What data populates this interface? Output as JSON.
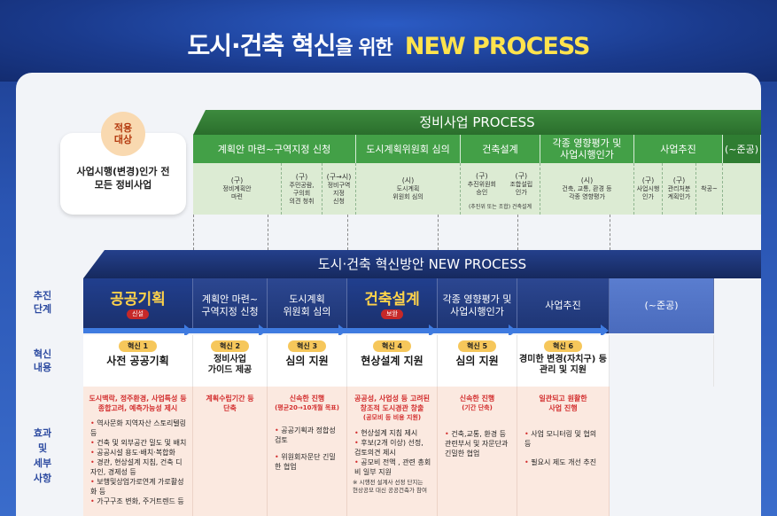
{
  "header": {
    "title_a": "도시·건축 혁신",
    "title_b": "을 위한",
    "title_c": "NEW PROCESS"
  },
  "apply": {
    "label1": "적용",
    "label2": "대상",
    "line1": "사업시행(변경)인가 전",
    "line2": "모든 정비사업"
  },
  "top": {
    "banner": "정비사업 PROCESS",
    "stages": [
      "계획안 마련~구역지정 신청",
      "도시계획위원회 심의",
      "건축설계",
      "각종 영향평가 및",
      "사업시행인가",
      "사업추진",
      "(~준공)"
    ],
    "details": [
      {
        "l1": "(구)",
        "l2": "정비계획안",
        "l3": "마련"
      },
      {
        "l1": "(구)",
        "l2": "주민공람,",
        "l3": "구의회",
        "l4": "의견 청취"
      },
      {
        "l1": "(구→시)",
        "l2": "정비구역",
        "l3": "지정",
        "l4": "신청"
      },
      {
        "l1": "(시)",
        "l2": "도시계획",
        "l3": "위원회 심의"
      },
      {
        "l1": "(구)",
        "l2": "추진위원회",
        "l3": "승인"
      },
      {
        "l1": "(구)",
        "l2": "조합설립",
        "l3": "인가"
      },
      {
        "l1": "(추진위 또는 조합) 건축설계"
      },
      {
        "l1": "(시)",
        "l2": "건축, 교통, 환경 등",
        "l3": "각종 영향평가"
      },
      {
        "l1": "(구)",
        "l2": "사업시행",
        "l3": "인가"
      },
      {
        "l1": "(구)",
        "l2": "관리처분",
        "l3": "계획인가"
      },
      {
        "l1": "착공~"
      }
    ]
  },
  "bottom": {
    "banner": "도시·건축 혁신방안 NEW PROCESS",
    "rows": {
      "stage": [
        "추진",
        "단계"
      ],
      "innov": [
        "혁신",
        "내용"
      ],
      "effect": [
        "효과",
        "및",
        "세부",
        "사항"
      ]
    },
    "stages": [
      {
        "big": "공공기획",
        "badge": "신설"
      },
      {
        "l1": "계획안 마련~",
        "l2": "구역지정 신청"
      },
      {
        "l1": "도시계획",
        "l2": "위원회 심의"
      },
      {
        "big": "건축설계",
        "badge": "보완"
      },
      {
        "l1": "각종 영향평가 및",
        "l2": "사업시행인가"
      },
      {
        "l1": "사업추진"
      },
      {
        "l1": "(~준공)"
      }
    ],
    "innovations": [
      {
        "tag": "혁신 1",
        "title": "사전 공공기획"
      },
      {
        "tag": "혁신 2",
        "t1": "정비사업",
        "t2": "가이드 제공"
      },
      {
        "tag": "혁신 3",
        "title": "심의 지원"
      },
      {
        "tag": "혁신 4",
        "title": "현상설계 지원"
      },
      {
        "tag": "혁신 5",
        "title": "심의 지원"
      },
      {
        "tag": "혁신 6",
        "t1": "경미한 변경(자치구) 등",
        "t2": "관리 및 지원"
      }
    ],
    "effects": {
      "c1": {
        "red1": "도시맥락, 정주환경, 사업특성 등",
        "red2": "종합고려, 예측가능성 제시",
        "items": [
          "역사문화 지역자산 스토리텔링 등",
          "건축 및 외부공간 밀도 및 배치",
          "공공시설 용도·배치·복합화",
          "경관, 현상설계 지침, 건축 디자인, 경제성 등",
          "보행및상업가로연계 가로활성화 등",
          "가구구조 변화, 주거트렌드 등"
        ]
      },
      "c2": {
        "red1": "계획수립기간 등",
        "red2": "단축"
      },
      "c3": {
        "red1": "신속한 진행",
        "red2": "(평균20→10개월 목표)",
        "items": [
          "공공기획과 정합성 검토",
          "위원회자문단 긴밀한 협업"
        ]
      },
      "c4": {
        "red1": "공공성, 사업성 등 고려된",
        "red2": "창조적 도시경관 창출",
        "red3": "(공모비 등 비용 지원)",
        "items": [
          "현상설계 지침 제시",
          "후보(2개 이상) 선정, 검토의견 제시",
          "공모비 전액 , 관련 총회비 일부 지원"
        ],
        "note1": "※ 시행전 설계사 선정 단지는",
        "note2": "현상공모 대신 공공건축가 참여"
      },
      "c5": {
        "red1": "신속한 진행",
        "red2": "(기간 단축)",
        "items": [
          "건축,교통, 환경 등 관련부서 및 자문단과 긴밀한 협업"
        ]
      },
      "c6": {
        "red1": "일관되고 원활한",
        "red2": "사업 진행",
        "items": [
          "사업 모니터링 및 협의 등",
          "필요시 제도 개선 추진"
        ]
      }
    }
  }
}
